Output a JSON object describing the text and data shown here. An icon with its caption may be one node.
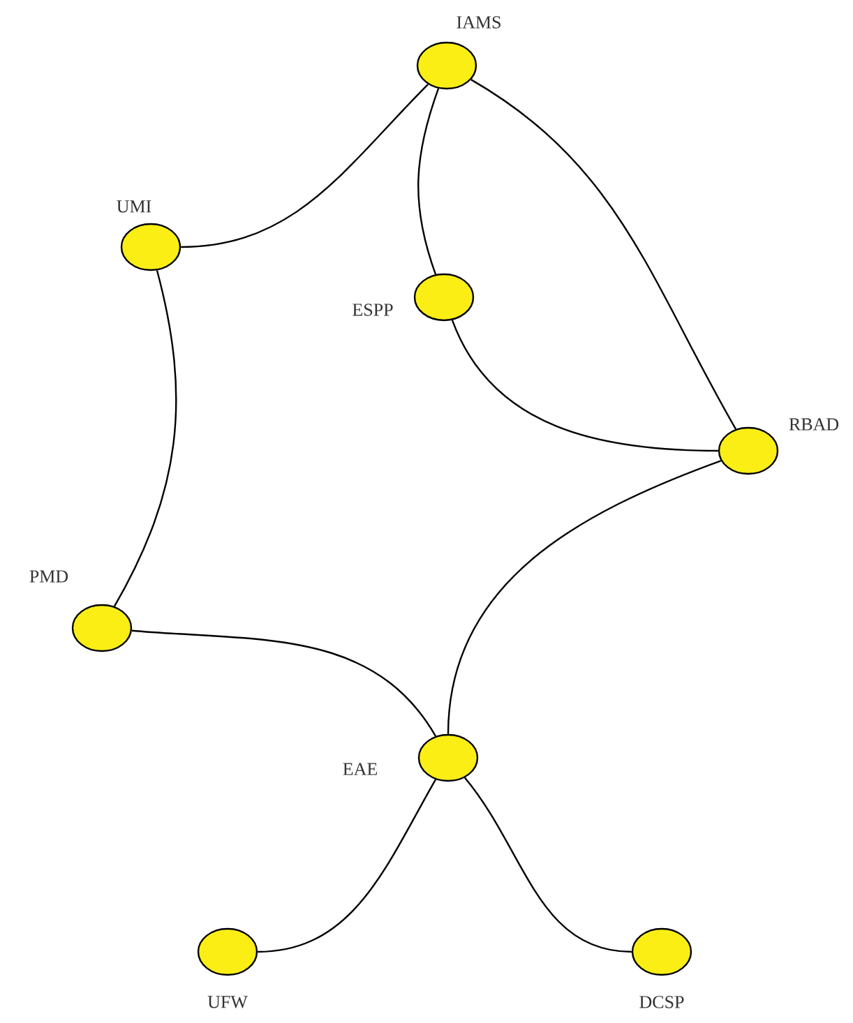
{
  "diagram": {
    "nodes": [
      {
        "text": [
          "IAMS"
        ]
      },
      {
        "text": [
          "UMI"
        ]
      },
      {
        "text": [
          "ESPP"
        ]
      },
      {
        "text": [
          "RBAD"
        ]
      },
      {
        "text": [
          "PMD"
        ]
      },
      {
        "text": [
          "EAE"
        ]
      },
      {
        "text": [
          "UFW"
        ]
      },
      {
        "text": [
          "DCSP"
        ]
      }
    ],
    "edges": [
      {
        "from": 0,
        "to": 1,
        "arrow": "none"
      },
      {
        "from": 0,
        "to": 2,
        "arrow": "none"
      },
      {
        "from": 0,
        "to": 3,
        "arrow": "none"
      },
      {
        "from": 2,
        "to": 3,
        "arrow": "none"
      },
      {
        "from": 1,
        "to": 4,
        "arrow": "none"
      },
      {
        "from": 4,
        "to": 5,
        "arrow": "none"
      },
      {
        "from": 3,
        "to": 5,
        "arrow": "none"
      },
      {
        "from": 5,
        "to": 6,
        "arrow": "none"
      },
      {
        "from": 5,
        "to": 7,
        "arrow": "none"
      }
    ]
  }
}
